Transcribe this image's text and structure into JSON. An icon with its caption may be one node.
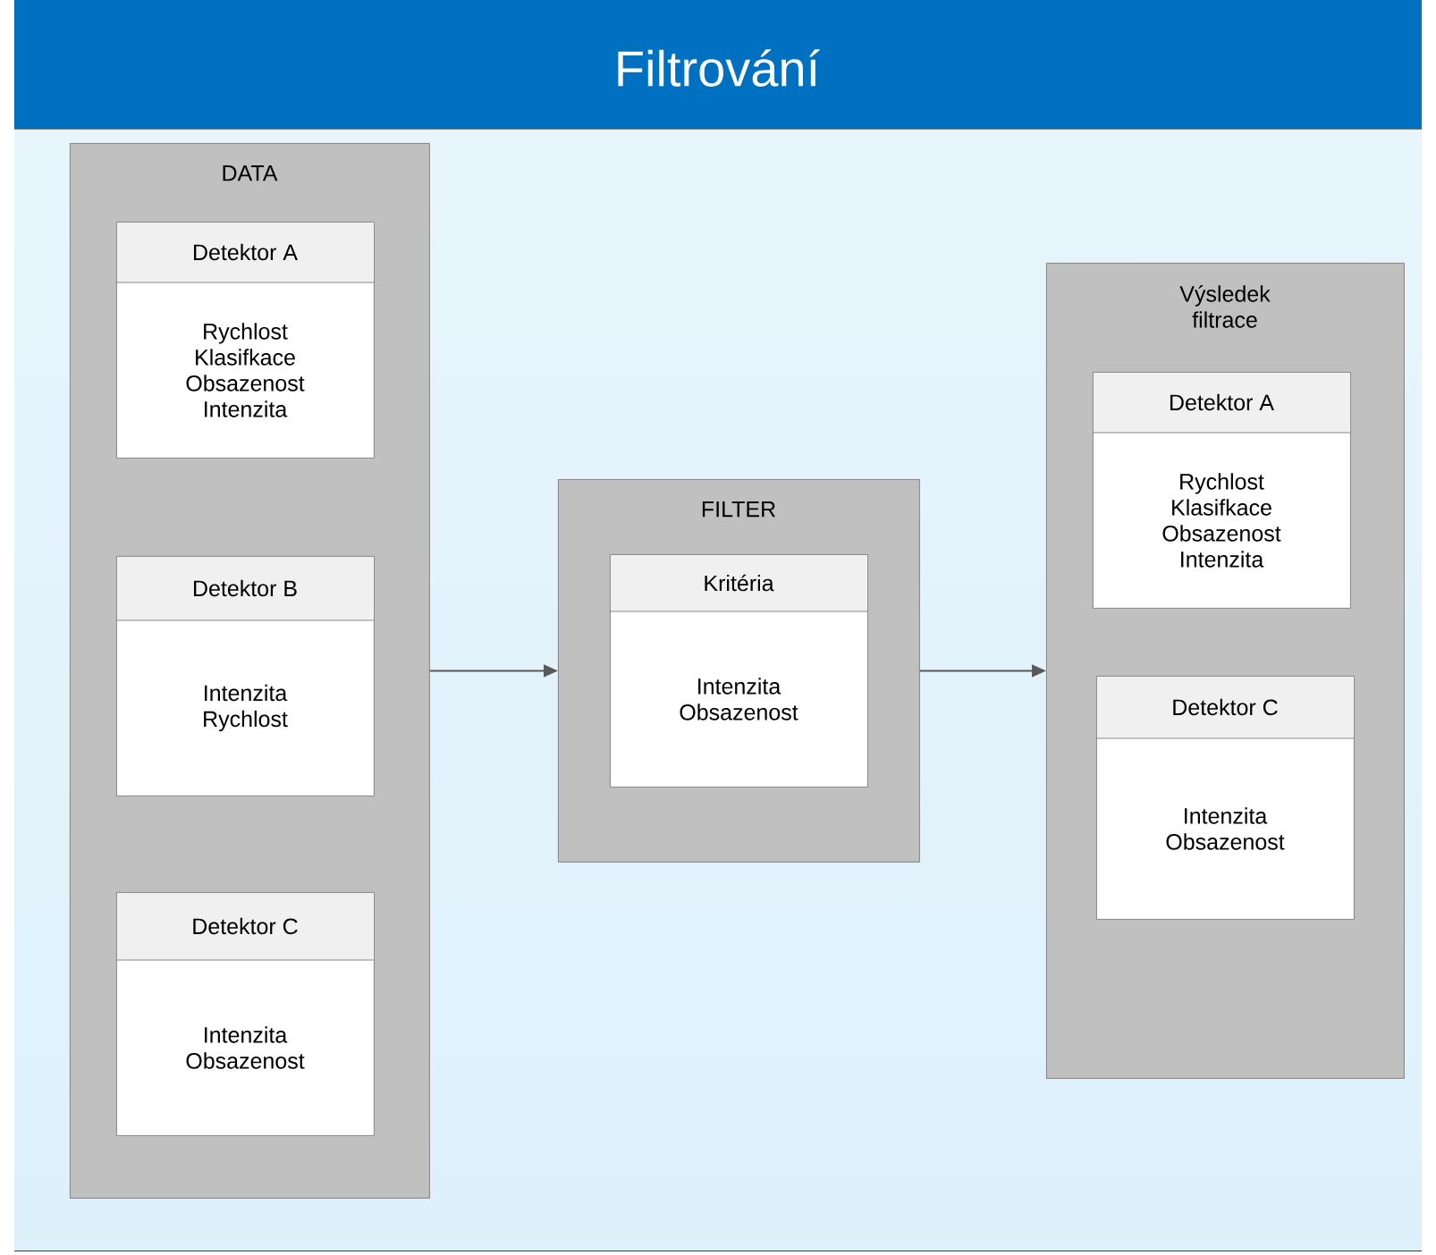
{
  "diagram": {
    "title": "Filtrování",
    "nodes": [
      {
        "text": [
          "DATA"
        ]
      },
      {
        "text": [
          "Detektor A",
          "Rychlost Klasifkace Obsazenost Intenzita"
        ],
        "in": 0
      },
      {
        "text": [
          "Detektor B",
          "Intenzita Rychlost"
        ],
        "in": 0
      },
      {
        "text": [
          "Detektor C",
          "Intenzita Obsazenost"
        ],
        "in": 0
      },
      {
        "text": [
          "FILTER"
        ]
      },
      {
        "text": [
          "Kritéria",
          "Intenzita Obsazenost"
        ],
        "in": 4
      },
      {
        "text": [
          "Výsledek filtrace"
        ]
      },
      {
        "text": [
          "Detektor A",
          "Rychlost Klasifkace Obsazenost Intenzita"
        ],
        "in": 6
      },
      {
        "text": [
          "Detektor C",
          "Intenzita Obsazenost"
        ],
        "in": 6
      }
    ],
    "edges": [
      {
        "from": 0,
        "to": 4,
        "arrow": "to"
      },
      {
        "from": 4,
        "to": 6,
        "arrow": "to"
      }
    ]
  }
}
